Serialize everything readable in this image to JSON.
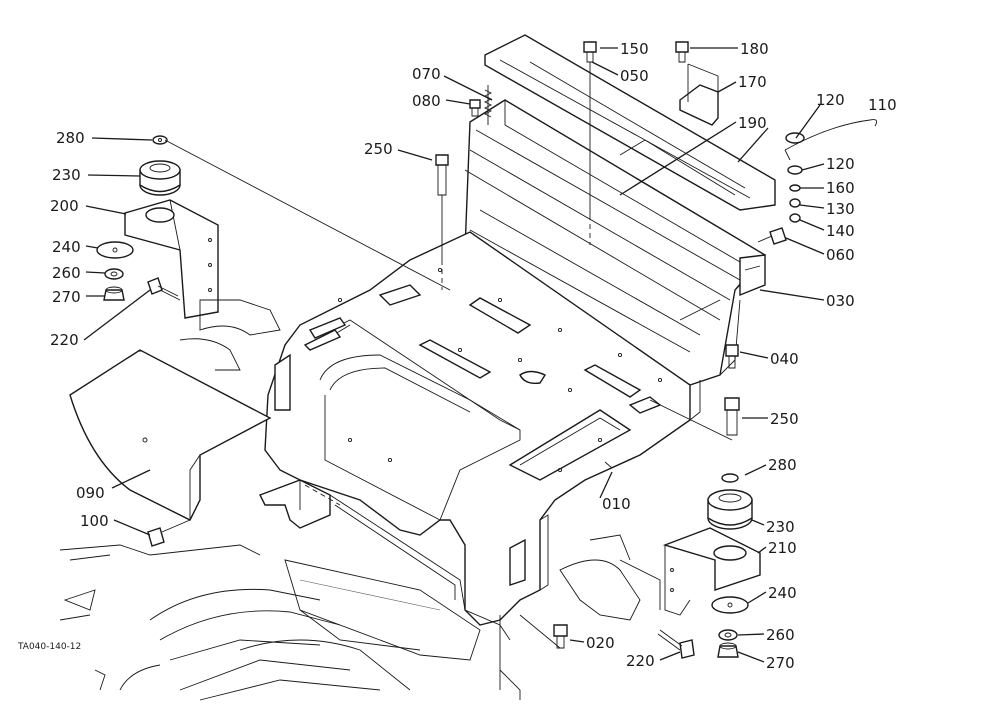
{
  "drawing_code": "TA040-140-12",
  "callouts": [
    {
      "id": "150",
      "label": "150"
    },
    {
      "id": "180",
      "label": "180"
    },
    {
      "id": "170",
      "label": "170"
    },
    {
      "id": "070",
      "label": "070"
    },
    {
      "id": "050",
      "label": "050"
    },
    {
      "id": "080",
      "label": "080"
    },
    {
      "id": "120a",
      "label": "120"
    },
    {
      "id": "110",
      "label": "110"
    },
    {
      "id": "190",
      "label": "190"
    },
    {
      "id": "120b",
      "label": "120"
    },
    {
      "id": "160",
      "label": "160"
    },
    {
      "id": "130",
      "label": "130"
    },
    {
      "id": "140",
      "label": "140"
    },
    {
      "id": "060",
      "label": "060"
    },
    {
      "id": "250a",
      "label": "250"
    },
    {
      "id": "280a",
      "label": "280"
    },
    {
      "id": "230a",
      "label": "230"
    },
    {
      "id": "200",
      "label": "200"
    },
    {
      "id": "240a",
      "label": "240"
    },
    {
      "id": "260a",
      "label": "260"
    },
    {
      "id": "270a",
      "label": "270"
    },
    {
      "id": "220a",
      "label": "220"
    },
    {
      "id": "030",
      "label": "030"
    },
    {
      "id": "040",
      "label": "040"
    },
    {
      "id": "250b",
      "label": "250"
    },
    {
      "id": "090",
      "label": "090"
    },
    {
      "id": "280b",
      "label": "280"
    },
    {
      "id": "010",
      "label": "010"
    },
    {
      "id": "100",
      "label": "100"
    },
    {
      "id": "230b",
      "label": "230"
    },
    {
      "id": "210",
      "label": "210"
    },
    {
      "id": "240b",
      "label": "240"
    },
    {
      "id": "020",
      "label": "020"
    },
    {
      "id": "260b",
      "label": "260"
    },
    {
      "id": "220b",
      "label": "220"
    },
    {
      "id": "270b",
      "label": "270"
    }
  ]
}
